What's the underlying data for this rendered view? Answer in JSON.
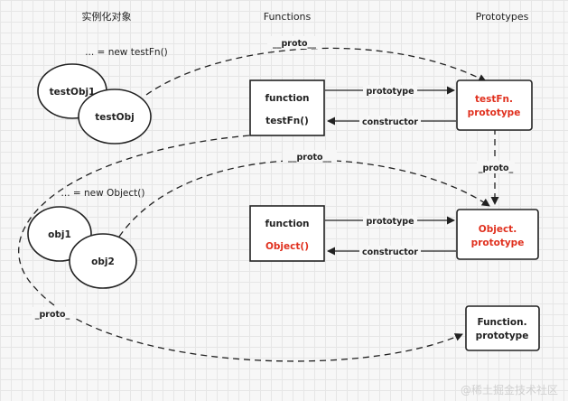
{
  "headers": {
    "instances": "实例化对象",
    "functions": "Functions",
    "prototypes": "Prototypes"
  },
  "instances": {
    "testfn_new": "... = new testFn()",
    "object_new": "... = new Object()",
    "testobj1": "testObj1",
    "testobj": "testObj",
    "obj1": "obj1",
    "obj2": "obj2"
  },
  "functions": {
    "testfn": {
      "line1": "function",
      "line2": "testFn()"
    },
    "object": {
      "line1": "function",
      "line2": "Object()"
    }
  },
  "prototypes": {
    "testfn": {
      "line1": "testFn.",
      "line2": "prototype"
    },
    "object": {
      "line1": "Object.",
      "line2": "prototype"
    },
    "function": {
      "line1": "Function.",
      "line2": "prototype"
    }
  },
  "edges": {
    "prototype": "prototype",
    "constructor": "constructor",
    "proto": "_proto_",
    "proto_top": "__proto__",
    "proto_mid": "__proto__",
    "proto_left": "_proto_"
  },
  "colors": {
    "highlight": "#e0301e",
    "line": "#222222"
  },
  "watermark": "@稀土掘金技术社区"
}
